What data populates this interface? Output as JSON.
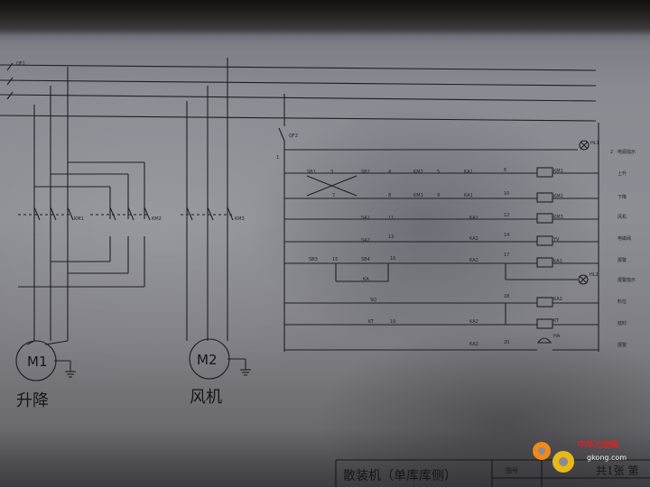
{
  "breaker_main": "QF1",
  "breaker_ctrl": "QF2",
  "contactors": {
    "kd1": "KM1",
    "kd2": "KM2",
    "kd3": "KM3"
  },
  "motors": {
    "m1": "M1",
    "m2": "M2"
  },
  "captions": {
    "lift": "升降",
    "fan": "风机"
  },
  "ctrl": {
    "n1": "1",
    "n2": "2",
    "hl1": "HL1",
    "hl2": "HL2",
    "sb1": "SB1",
    "n3": "3",
    "sb2": "SB2",
    "n4": "4",
    "km2a": "KM2",
    "n5": "5",
    "ka1a": "KA1",
    "n6": "6",
    "km1coil": "KM1",
    "n7": "7",
    "n8": "8",
    "km1b": "KM1",
    "n9": "9",
    "ka1b": "KA1",
    "n10": "10",
    "km2coil": "KM2",
    "sa1": "SA1",
    "n11": "11",
    "ka1c": "KA1",
    "n12": "12",
    "km3coil": "KM3",
    "sa2": "SA2",
    "n13": "13",
    "ka2a": "KA2",
    "n14": "14",
    "yv": "YV",
    "sb3": "SB3",
    "n15": "15",
    "sb4": "SB4",
    "n16": "16",
    "ka2b": "KA2",
    "n17": "17",
    "ka1coil": "KA1",
    "ka": "KA",
    "sq": "SQ",
    "n18": "18",
    "ka2coil": "KA2",
    "kt": "KT",
    "n19": "19",
    "ka2c": "KA2",
    "ktcoil": "KT",
    "ka2d": "KA2",
    "n20": "20",
    "ha": "HA"
  },
  "side_labels": [
    "电源指示",
    "上升",
    "下降",
    "风机",
    "电磁阀",
    "报警",
    "报警指示",
    "料位",
    "延时",
    "报警"
  ],
  "title_block": {
    "name": "散装机（单库库侧）",
    "label": "图号",
    "sheet": "共1张 第"
  },
  "watermark": {
    "cn": "中华工控网",
    "url": "gkong.com"
  },
  "colors": {
    "ink": "#1e1e24",
    "paper": "#8a8b92",
    "wm_red": "#e02020",
    "wm_orange": "#f08a1a"
  }
}
